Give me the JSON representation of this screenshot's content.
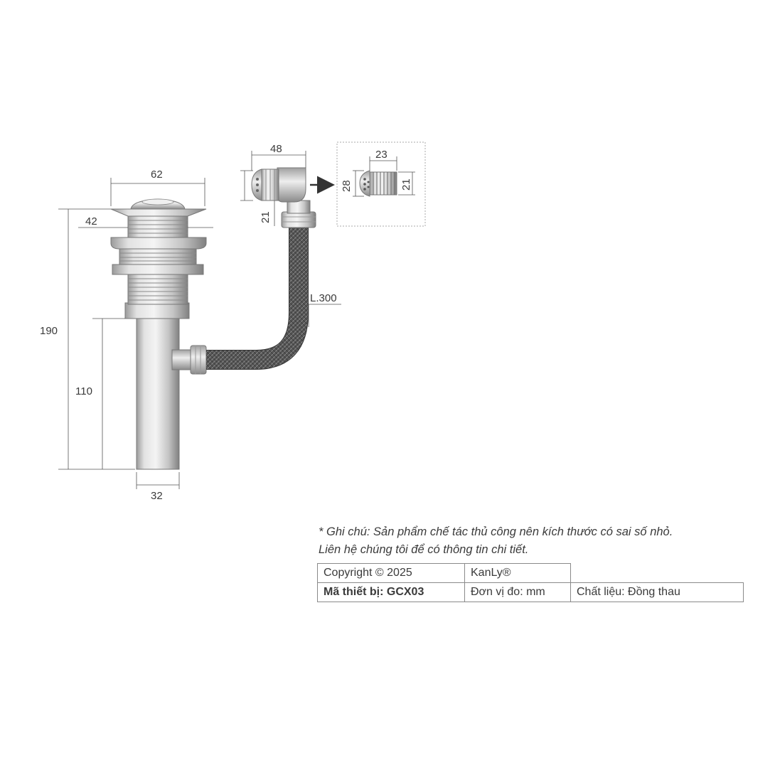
{
  "dimensions": {
    "top_width": "62",
    "inner_width": "42",
    "total_height": "190",
    "tube_height": "110",
    "tube_width": "32",
    "overflow_width": "48",
    "overflow_height": "21",
    "hose_length": "L.300",
    "detail_width": "23",
    "detail_height_left": "28",
    "detail_height_right": "21"
  },
  "note": {
    "line1": "* Ghi chú: Sản phẩm chế tác thủ công nên kích thước có sai số nhỏ.",
    "line2": "Liên hệ chúng tôi để có thông tin chi tiết."
  },
  "spec_table": {
    "copyright": "Copyright © 2025",
    "brand": "KanLy®",
    "model": "Mã thiết bị: GCX03",
    "unit": "Đơn vị đo: mm",
    "material": "Chất liệu: Đồng thau"
  },
  "colors": {
    "metal_light": "#e6e6e6",
    "metal_dark": "#7a7a7a",
    "hose": "#4a4a4a",
    "line": "#555555"
  }
}
